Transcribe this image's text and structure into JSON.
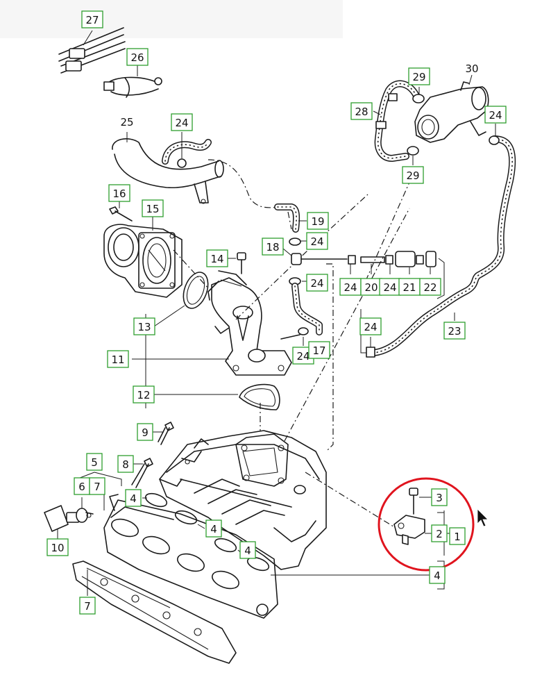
{
  "diagram": {
    "labels": [
      {
        "id": "27",
        "text": "27"
      },
      {
        "id": "26",
        "text": "26"
      },
      {
        "id": "25",
        "text": "25"
      },
      {
        "id": "24a",
        "text": "24"
      },
      {
        "id": "16",
        "text": "16"
      },
      {
        "id": "15",
        "text": "15"
      },
      {
        "id": "14",
        "text": "14"
      },
      {
        "id": "19",
        "text": "19"
      },
      {
        "id": "18",
        "text": "18"
      },
      {
        "id": "24b",
        "text": "24"
      },
      {
        "id": "24c",
        "text": "24"
      },
      {
        "id": "24d",
        "text": "24"
      },
      {
        "id": "20",
        "text": "20"
      },
      {
        "id": "24e",
        "text": "24"
      },
      {
        "id": "21",
        "text": "21"
      },
      {
        "id": "22",
        "text": "22"
      },
      {
        "id": "28",
        "text": "28"
      },
      {
        "id": "29a",
        "text": "29"
      },
      {
        "id": "30",
        "text": "30"
      },
      {
        "id": "24f",
        "text": "24"
      },
      {
        "id": "29b",
        "text": "29"
      },
      {
        "id": "23",
        "text": "23"
      },
      {
        "id": "24g",
        "text": "24"
      },
      {
        "id": "24h",
        "text": "24"
      },
      {
        "id": "17",
        "text": "17"
      },
      {
        "id": "13",
        "text": "13"
      },
      {
        "id": "11",
        "text": "11"
      },
      {
        "id": "12",
        "text": "12"
      },
      {
        "id": "9",
        "text": "9"
      },
      {
        "id": "8",
        "text": "8"
      },
      {
        "id": "5",
        "text": "5"
      },
      {
        "id": "6",
        "text": "6"
      },
      {
        "id": "7a",
        "text": "7"
      },
      {
        "id": "4a",
        "text": "4"
      },
      {
        "id": "4b",
        "text": "4"
      },
      {
        "id": "4c",
        "text": "4"
      },
      {
        "id": "10",
        "text": "10"
      },
      {
        "id": "7b",
        "text": "7"
      },
      {
        "id": "3",
        "text": "3"
      },
      {
        "id": "2",
        "text": "2"
      },
      {
        "id": "1",
        "text": "1"
      },
      {
        "id": "4d",
        "text": "4"
      }
    ],
    "colors": {
      "label_border": "#2e9e2e",
      "highlight": "#e0141e",
      "line": "#1a1a1a",
      "background": "#ffffff"
    },
    "icons": [
      "mouse-cursor-icon"
    ]
  }
}
